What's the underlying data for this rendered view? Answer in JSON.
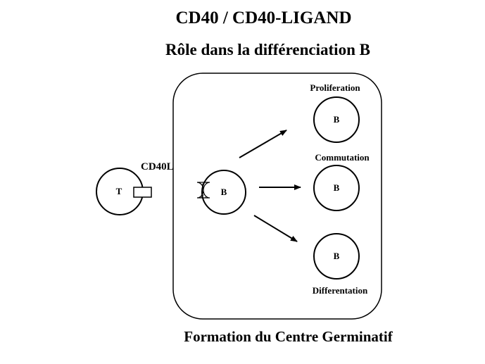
{
  "title": "CD40 / CD40-LIGAND",
  "subtitle": "Rôle dans la différenciation B",
  "footer": "Formation du Centre Germinatif",
  "diagram": {
    "t_cell_label": "T",
    "ligand_label": "CD40L",
    "b_cell_label": "B",
    "outcomes": [
      {
        "label": "Proliferation",
        "cell_label": "B"
      },
      {
        "label": "Commutation",
        "cell_label": "B"
      },
      {
        "label": "Differentation",
        "cell_label": "B"
      }
    ]
  }
}
